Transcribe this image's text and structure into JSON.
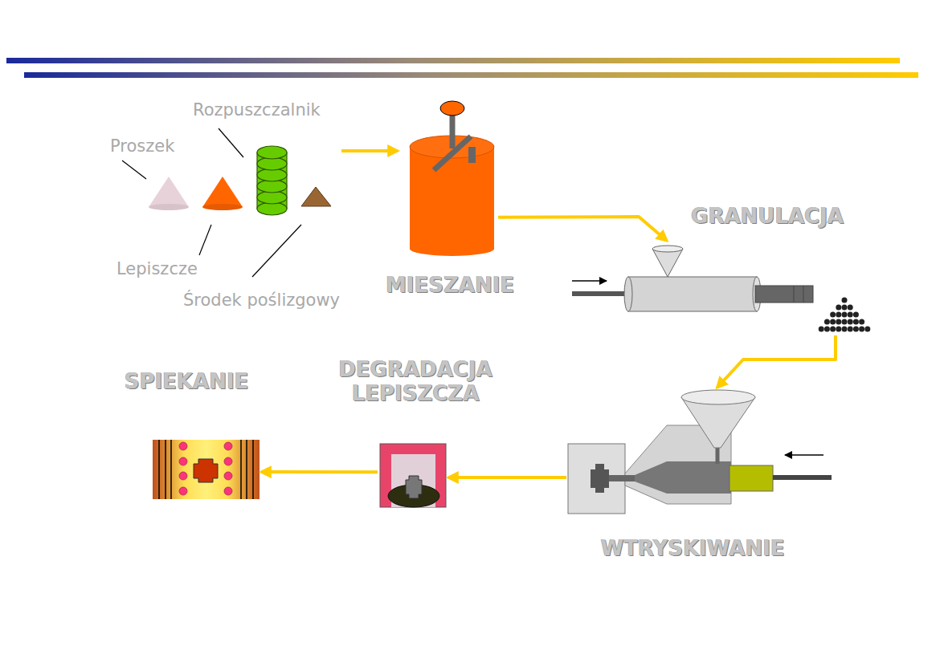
{
  "diagram": {
    "nodes": [
      {
        "text": [
          "MIESZANIE"
        ]
      },
      {
        "text": [
          "GRANULACJA"
        ]
      },
      {
        "text": [
          "WTRYSKIWANIE"
        ]
      },
      {
        "text": [
          "DEGRADACJA LEPISZCZA"
        ]
      },
      {
        "text": [
          "SPIEKANIE"
        ]
      }
    ],
    "edges": [
      {
        "from": 0,
        "to": 1,
        "arrow": "to"
      },
      {
        "from": 1,
        "to": 2,
        "arrow": "to"
      },
      {
        "from": 2,
        "to": 3,
        "arrow": "to"
      },
      {
        "from": 3,
        "to": 4,
        "arrow": "to"
      }
    ],
    "labels": [
      "Rozpuszczalnik",
      "Proszek",
      "Lepiszcze",
      "Środek poślizgowy"
    ]
  }
}
